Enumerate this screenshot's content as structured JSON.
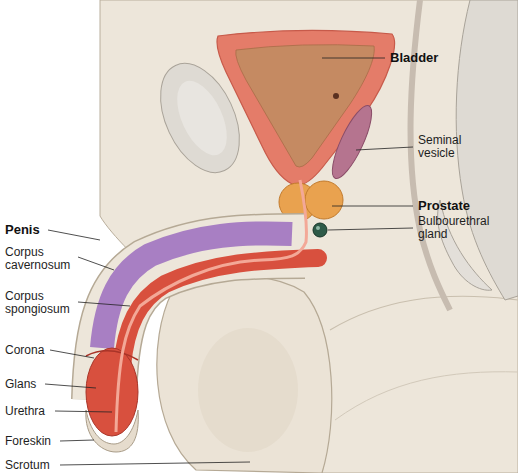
{
  "diagram": {
    "labels": [
      "Bladder",
      "Seminal vesicle",
      "Prostate",
      "Bulbourethral gland",
      "Penis",
      "Corpus cavernosum",
      "Corpus spongiosum",
      "Corona",
      "Glans",
      "Urethra",
      "Foreskin",
      "Scrotum"
    ]
  }
}
